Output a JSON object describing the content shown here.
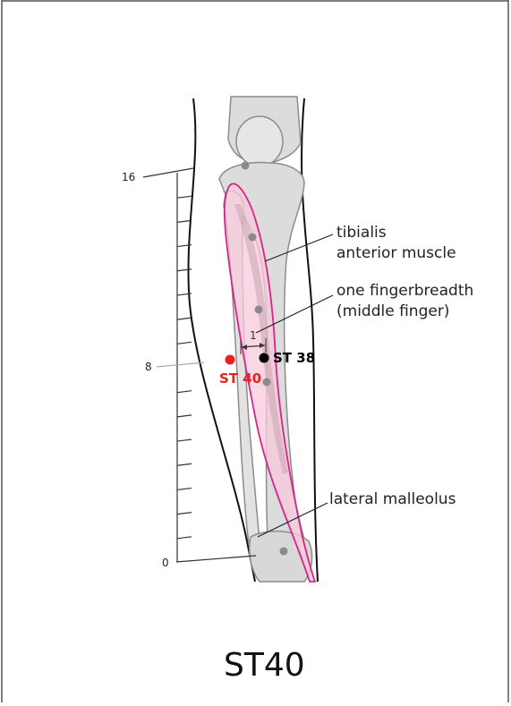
{
  "scale": {
    "top": "16",
    "middle": "8",
    "bottom": "0"
  },
  "callouts": {
    "tibialis_line1": "tibialis",
    "tibialis_line2": "anterior muscle",
    "fingerbreadth_line1": "one fingerbreadth",
    "fingerbreadth_line2": "(middle finger)",
    "malleolus": "lateral malleolus"
  },
  "measure_label": "1",
  "points": {
    "st38": {
      "label": "ST 38",
      "color": "#000000"
    },
    "st40": {
      "label": "ST 40",
      "color": "#e8201e"
    }
  },
  "title": "ST40",
  "colors": {
    "muscle_outline": "#d6258c",
    "muscle_fill": "#f8c9dc",
    "bone": "#dcdcdc",
    "bone_outline": "#8c8c8c",
    "marker_gray": "#8a8a8a"
  }
}
